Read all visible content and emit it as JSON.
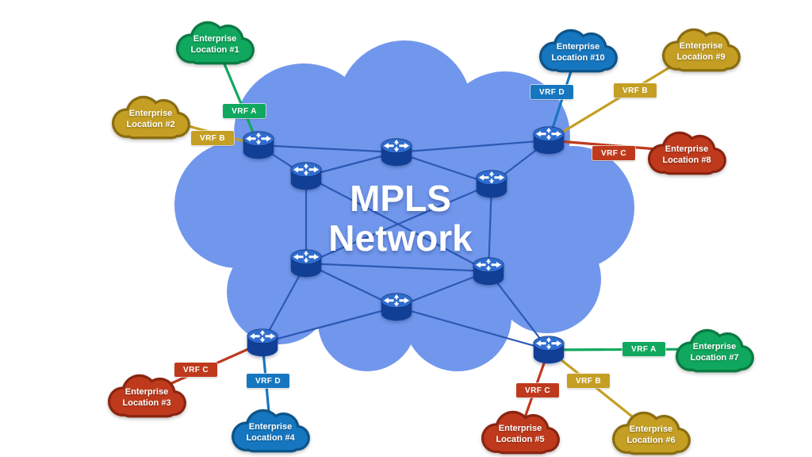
{
  "title": {
    "line1": "MPLS",
    "line2": "Network"
  },
  "locations": [
    {
      "label": "Enterprise Location #1",
      "color": "green"
    },
    {
      "label": "Enterprise Location #2",
      "color": "gold"
    },
    {
      "label": "Enterprise Location #3",
      "color": "red"
    },
    {
      "label": "Enterprise Location #4",
      "color": "blue"
    },
    {
      "label": "Enterprise Location #5",
      "color": "red"
    },
    {
      "label": "Enterprise Location #6",
      "color": "gold"
    },
    {
      "label": "Enterprise Location #7",
      "color": "green"
    },
    {
      "label": "Enterprise Location #8",
      "color": "red"
    },
    {
      "label": "Enterprise Location #9",
      "color": "gold"
    },
    {
      "label": "Enterprise Location #10",
      "color": "blue"
    }
  ],
  "vrf_tags": [
    {
      "label": "VRF A",
      "color": "green",
      "site": "Enterprise Location #1"
    },
    {
      "label": "VRF B",
      "color": "gold",
      "site": "Enterprise Location #2"
    },
    {
      "label": "VRF C",
      "color": "red",
      "site": "Enterprise Location #3"
    },
    {
      "label": "VRF D",
      "color": "blue",
      "site": "Enterprise Location #4"
    },
    {
      "label": "VRF C",
      "color": "red",
      "site": "Enterprise Location #5"
    },
    {
      "label": "VRF B",
      "color": "gold",
      "site": "Enterprise Location #6"
    },
    {
      "label": "VRF A",
      "color": "green",
      "site": "Enterprise Location #7"
    },
    {
      "label": "VRF C",
      "color": "red",
      "site": "Enterprise Location #8"
    },
    {
      "label": "VRF B",
      "color": "gold",
      "site": "Enterprise Location #9"
    },
    {
      "label": "VRF D",
      "color": "blue",
      "site": "Enterprise Location #10"
    }
  ],
  "colors": {
    "green_fill": "#10a85e",
    "green_stroke": "#0a7a43",
    "gold_fill": "#c49f24",
    "gold_stroke": "#8a6d10",
    "red_fill": "#bf3a1d",
    "red_stroke": "#8a2410",
    "blue_fill": "#1677c0",
    "blue_stroke": "#0d548a",
    "mpls_cloud_fill": "#7197ec",
    "mesh_link": "#2b59b5",
    "router_top": "#2f6cd0",
    "router_body": "#123f96",
    "label_text": "#ffffff"
  }
}
